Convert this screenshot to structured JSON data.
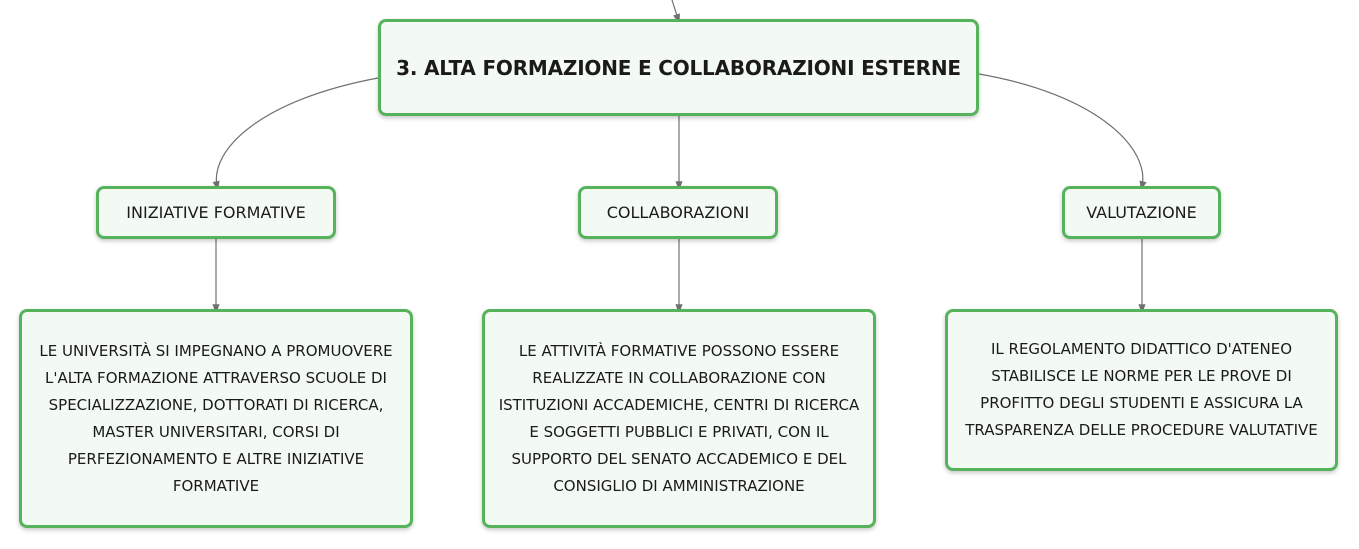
{
  "root": {
    "title": "3. ALTA FORMAZIONE E COLLABORAZIONI ESTERNE"
  },
  "branches": [
    {
      "label": "INIZIATIVE FORMATIVE",
      "detail": "LE UNIVERSITÀ SI IMPEGNANO A PROMUOVERE L'ALTA FORMAZIONE ATTRAVERSO SCUOLE DI SPECIALIZZAZIONE, DOTTORATI DI RICERCA, MASTER UNIVERSITARI, CORSI DI PERFEZIONAMENTO E ALTRE INIZIATIVE FORMATIVE"
    },
    {
      "label": "COLLABORAZIONI",
      "detail": "LE ATTIVITÀ FORMATIVE POSSONO ESSERE REALIZZATE IN COLLABORAZIONE CON ISTITUZIONI ACCADEMICHE, CENTRI DI RICERCA E SOGGETTI PUBBLICI E PRIVATI, CON IL SUPPORTO DEL SENATO ACCADEMICO E DEL CONSIGLIO DI AMMINISTRAZIONE"
    },
    {
      "label": "VALUTAZIONE",
      "detail": "IL REGOLAMENTO DIDATTICO D'ATENEO STABILISCE LE NORME PER LE PROVE DI PROFITTO DEGLI STUDENTI E ASSICURA LA TRASPARENZA DELLE PROCEDURE VALUTATIVE"
    }
  ],
  "colors": {
    "node_border": "#56b35c",
    "node_fill": "#f3faf3",
    "connector": "#707070",
    "text": "#1a1a1a"
  }
}
